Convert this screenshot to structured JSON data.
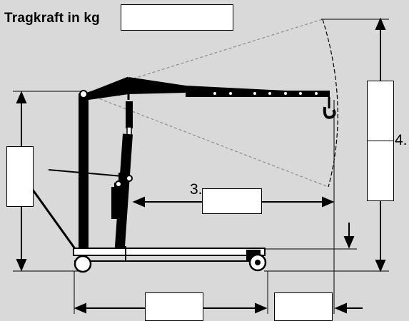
{
  "title": "Tragkraft in kg",
  "labels": {
    "reach": "3.",
    "lift_height": "4."
  },
  "colors": {
    "background": "#d9d9d9",
    "line": "#000000",
    "field": "#ffffff",
    "dashed": "#8c8c8c"
  }
}
